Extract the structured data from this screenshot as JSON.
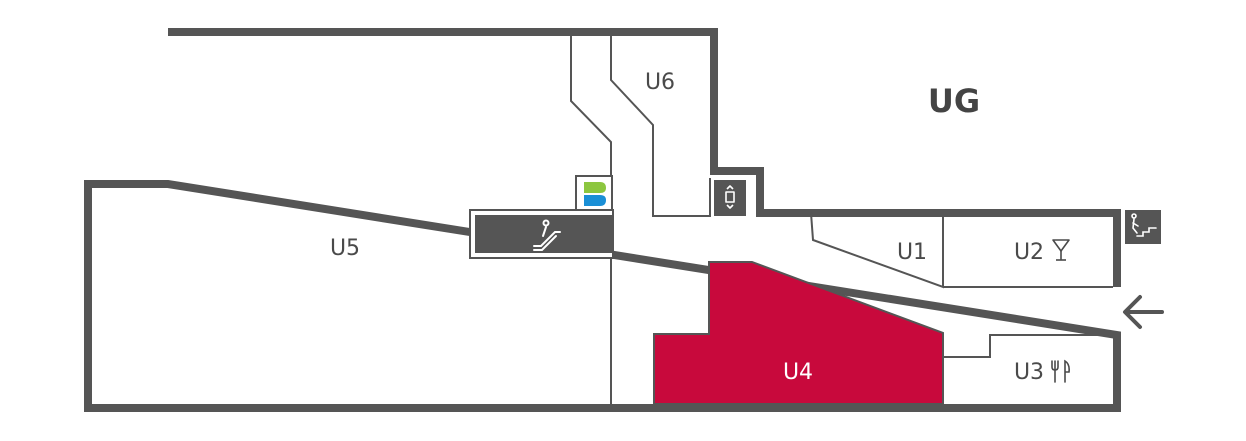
{
  "floor": {
    "label": "UG"
  },
  "units": [
    {
      "id": "U1",
      "label": "U1",
      "highlighted": false
    },
    {
      "id": "U2",
      "label": "U2",
      "highlighted": false,
      "icon": "bar-cocktail-icon"
    },
    {
      "id": "U3",
      "label": "U3",
      "highlighted": false,
      "icon": "restaurant-cutlery-icon"
    },
    {
      "id": "U4",
      "label": "U4",
      "highlighted": true
    },
    {
      "id": "U5",
      "label": "U5",
      "highlighted": false
    },
    {
      "id": "U6",
      "label": "U6",
      "highlighted": false
    }
  ],
  "facilities": [
    {
      "name": "escalator",
      "icon": "escalator-icon"
    },
    {
      "name": "elevator",
      "icon": "elevator-icon"
    },
    {
      "name": "stairs",
      "icon": "stairs-icon"
    },
    {
      "name": "brand-logo",
      "icon": "b-logo-icon"
    },
    {
      "name": "entrance",
      "icon": "entrance-arrow-icon"
    }
  ],
  "colors": {
    "wall": "#555555",
    "highlight": "#c8093c",
    "logo_green": "#8cc63f",
    "logo_blue": "#1a8fd6"
  }
}
